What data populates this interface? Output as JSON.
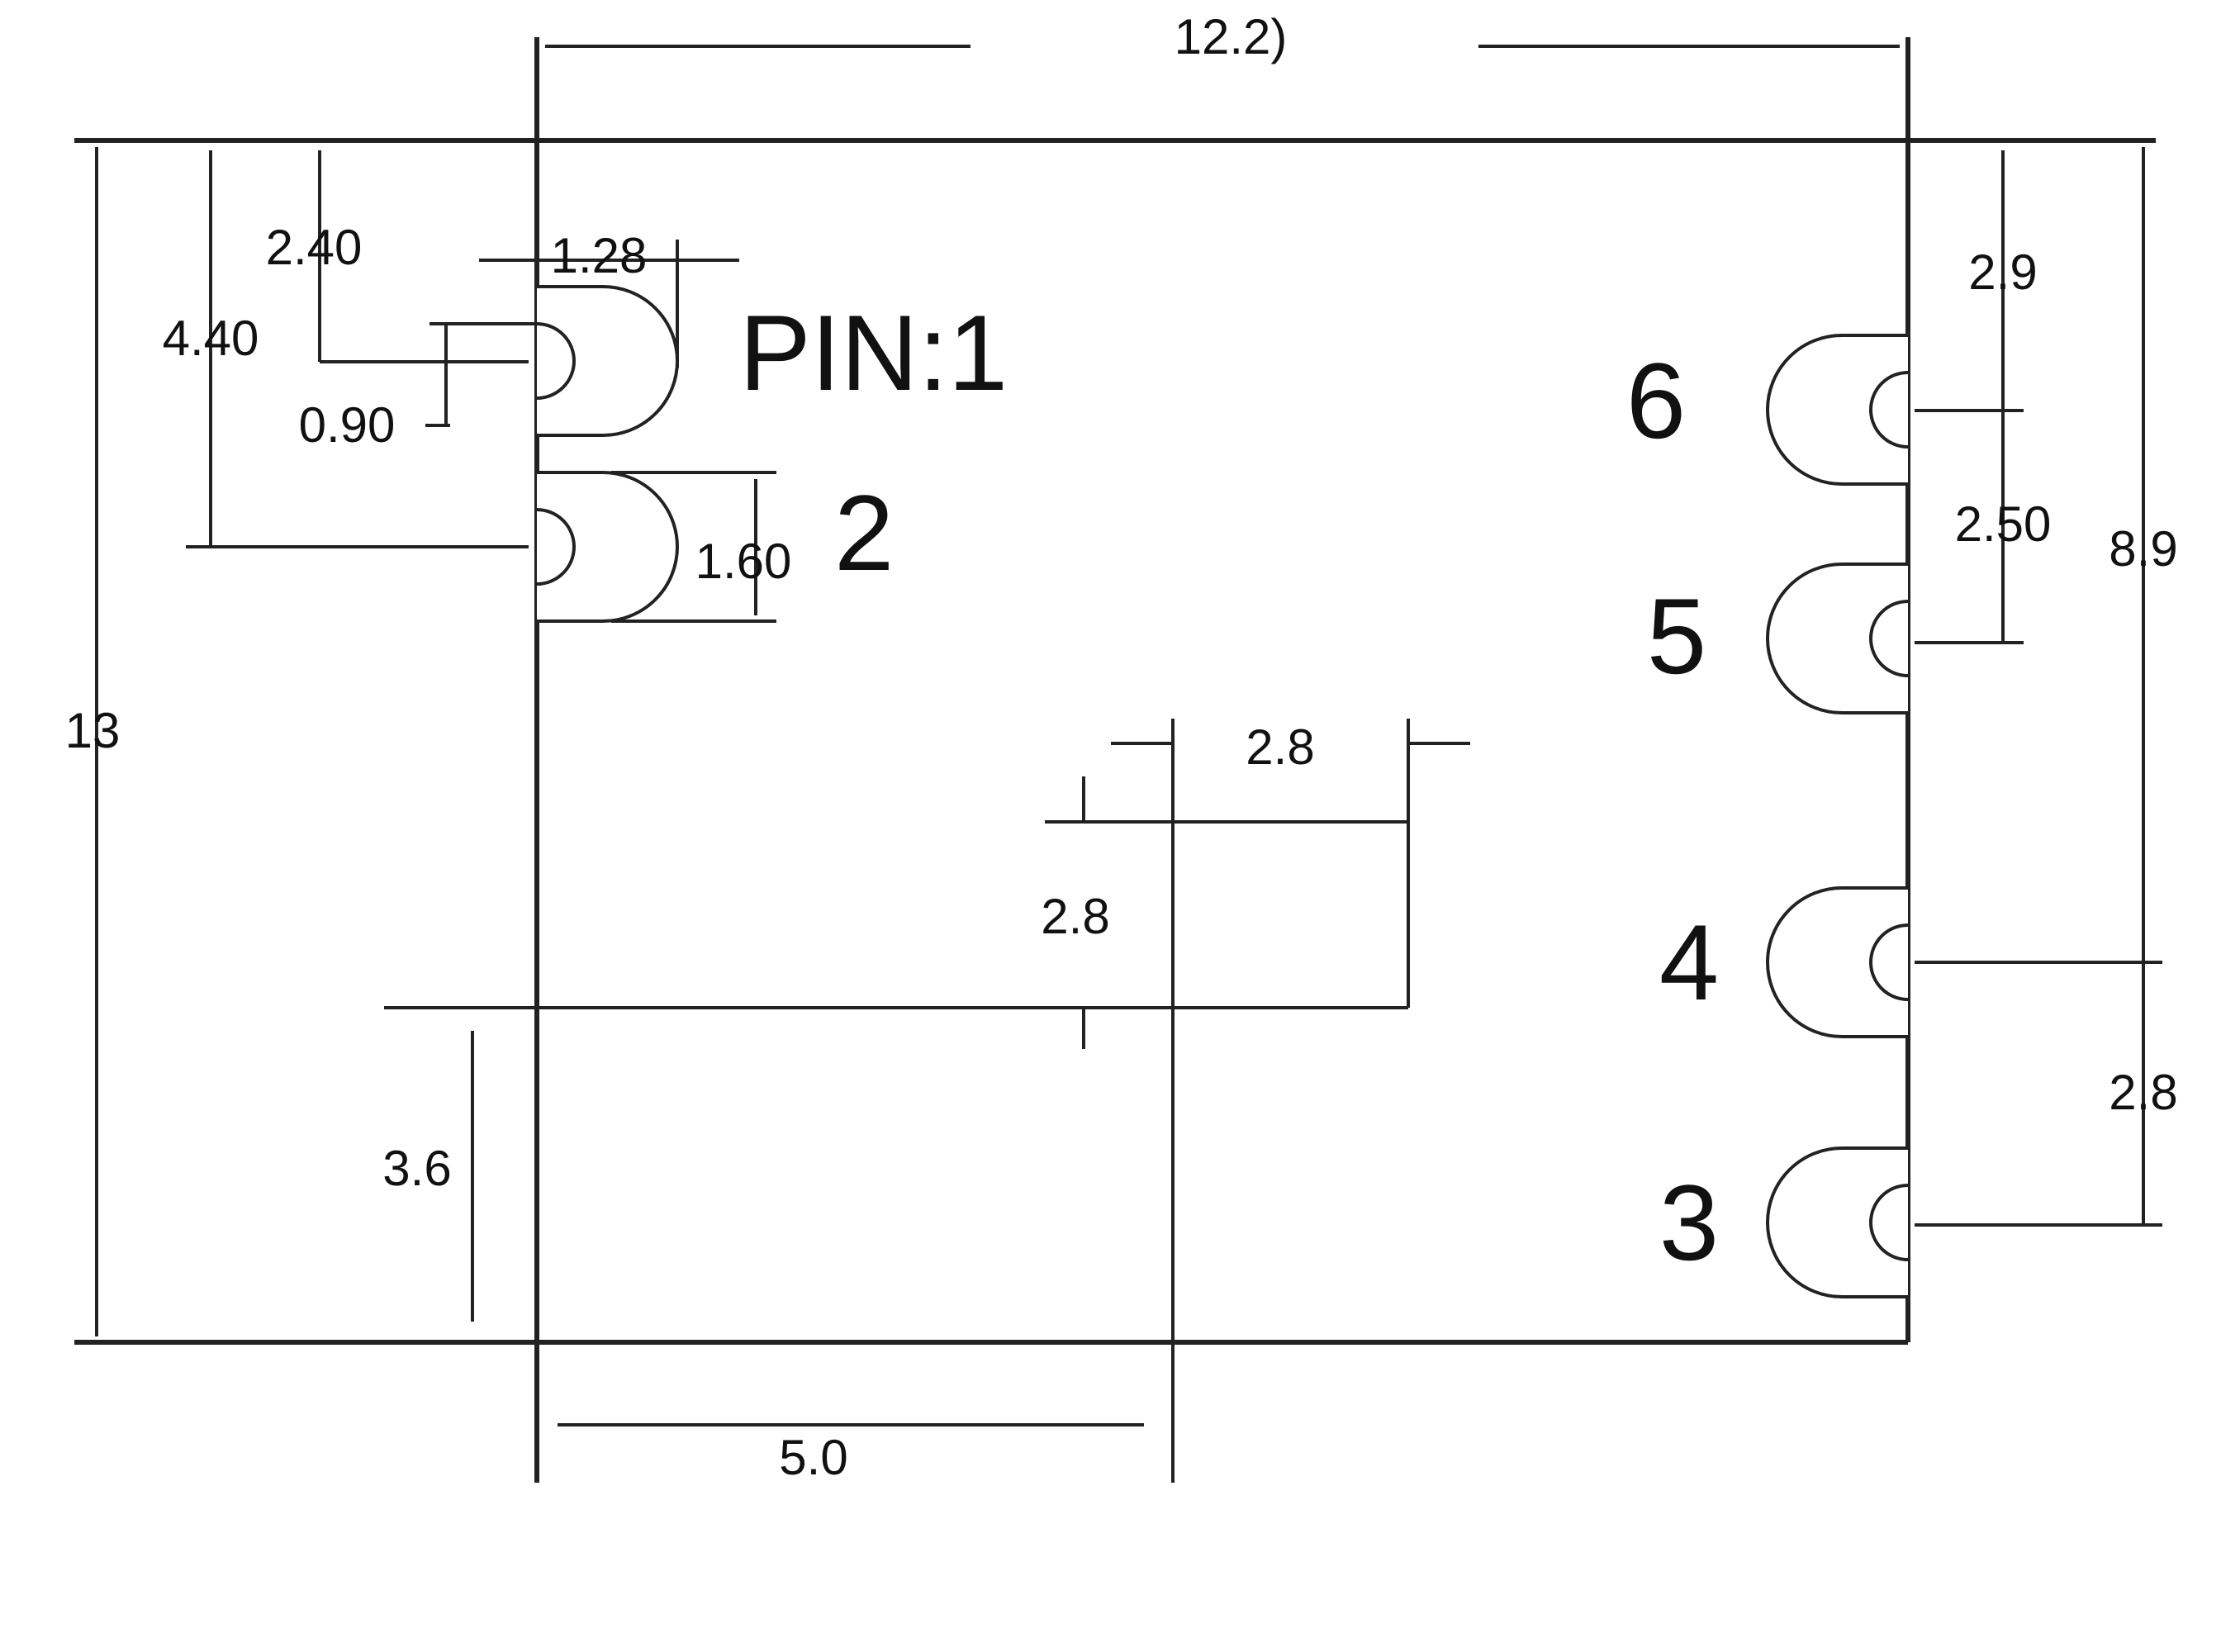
{
  "dimensions": {
    "top_width": "12.2)",
    "left_height": "13",
    "pin1_offset": "2.40",
    "pin2_offset": "4.40",
    "pad_width": "1.28",
    "slot_width": "0.90",
    "pad_height": "1.60",
    "right_top": "2.9",
    "right_pitch": "2.50",
    "right_span": "8.9",
    "right_lower": "2.8",
    "center_width": "2.8",
    "center_height": "2.8",
    "bottom_offset": "5.0",
    "left_lower": "3.6"
  },
  "pins": {
    "pin1": "PIN:1",
    "pin2": "2",
    "pin3": "3",
    "pin4": "4",
    "pin5": "5",
    "pin6": "6"
  },
  "colors": {
    "line": "#222222",
    "background": "#ffffff"
  }
}
